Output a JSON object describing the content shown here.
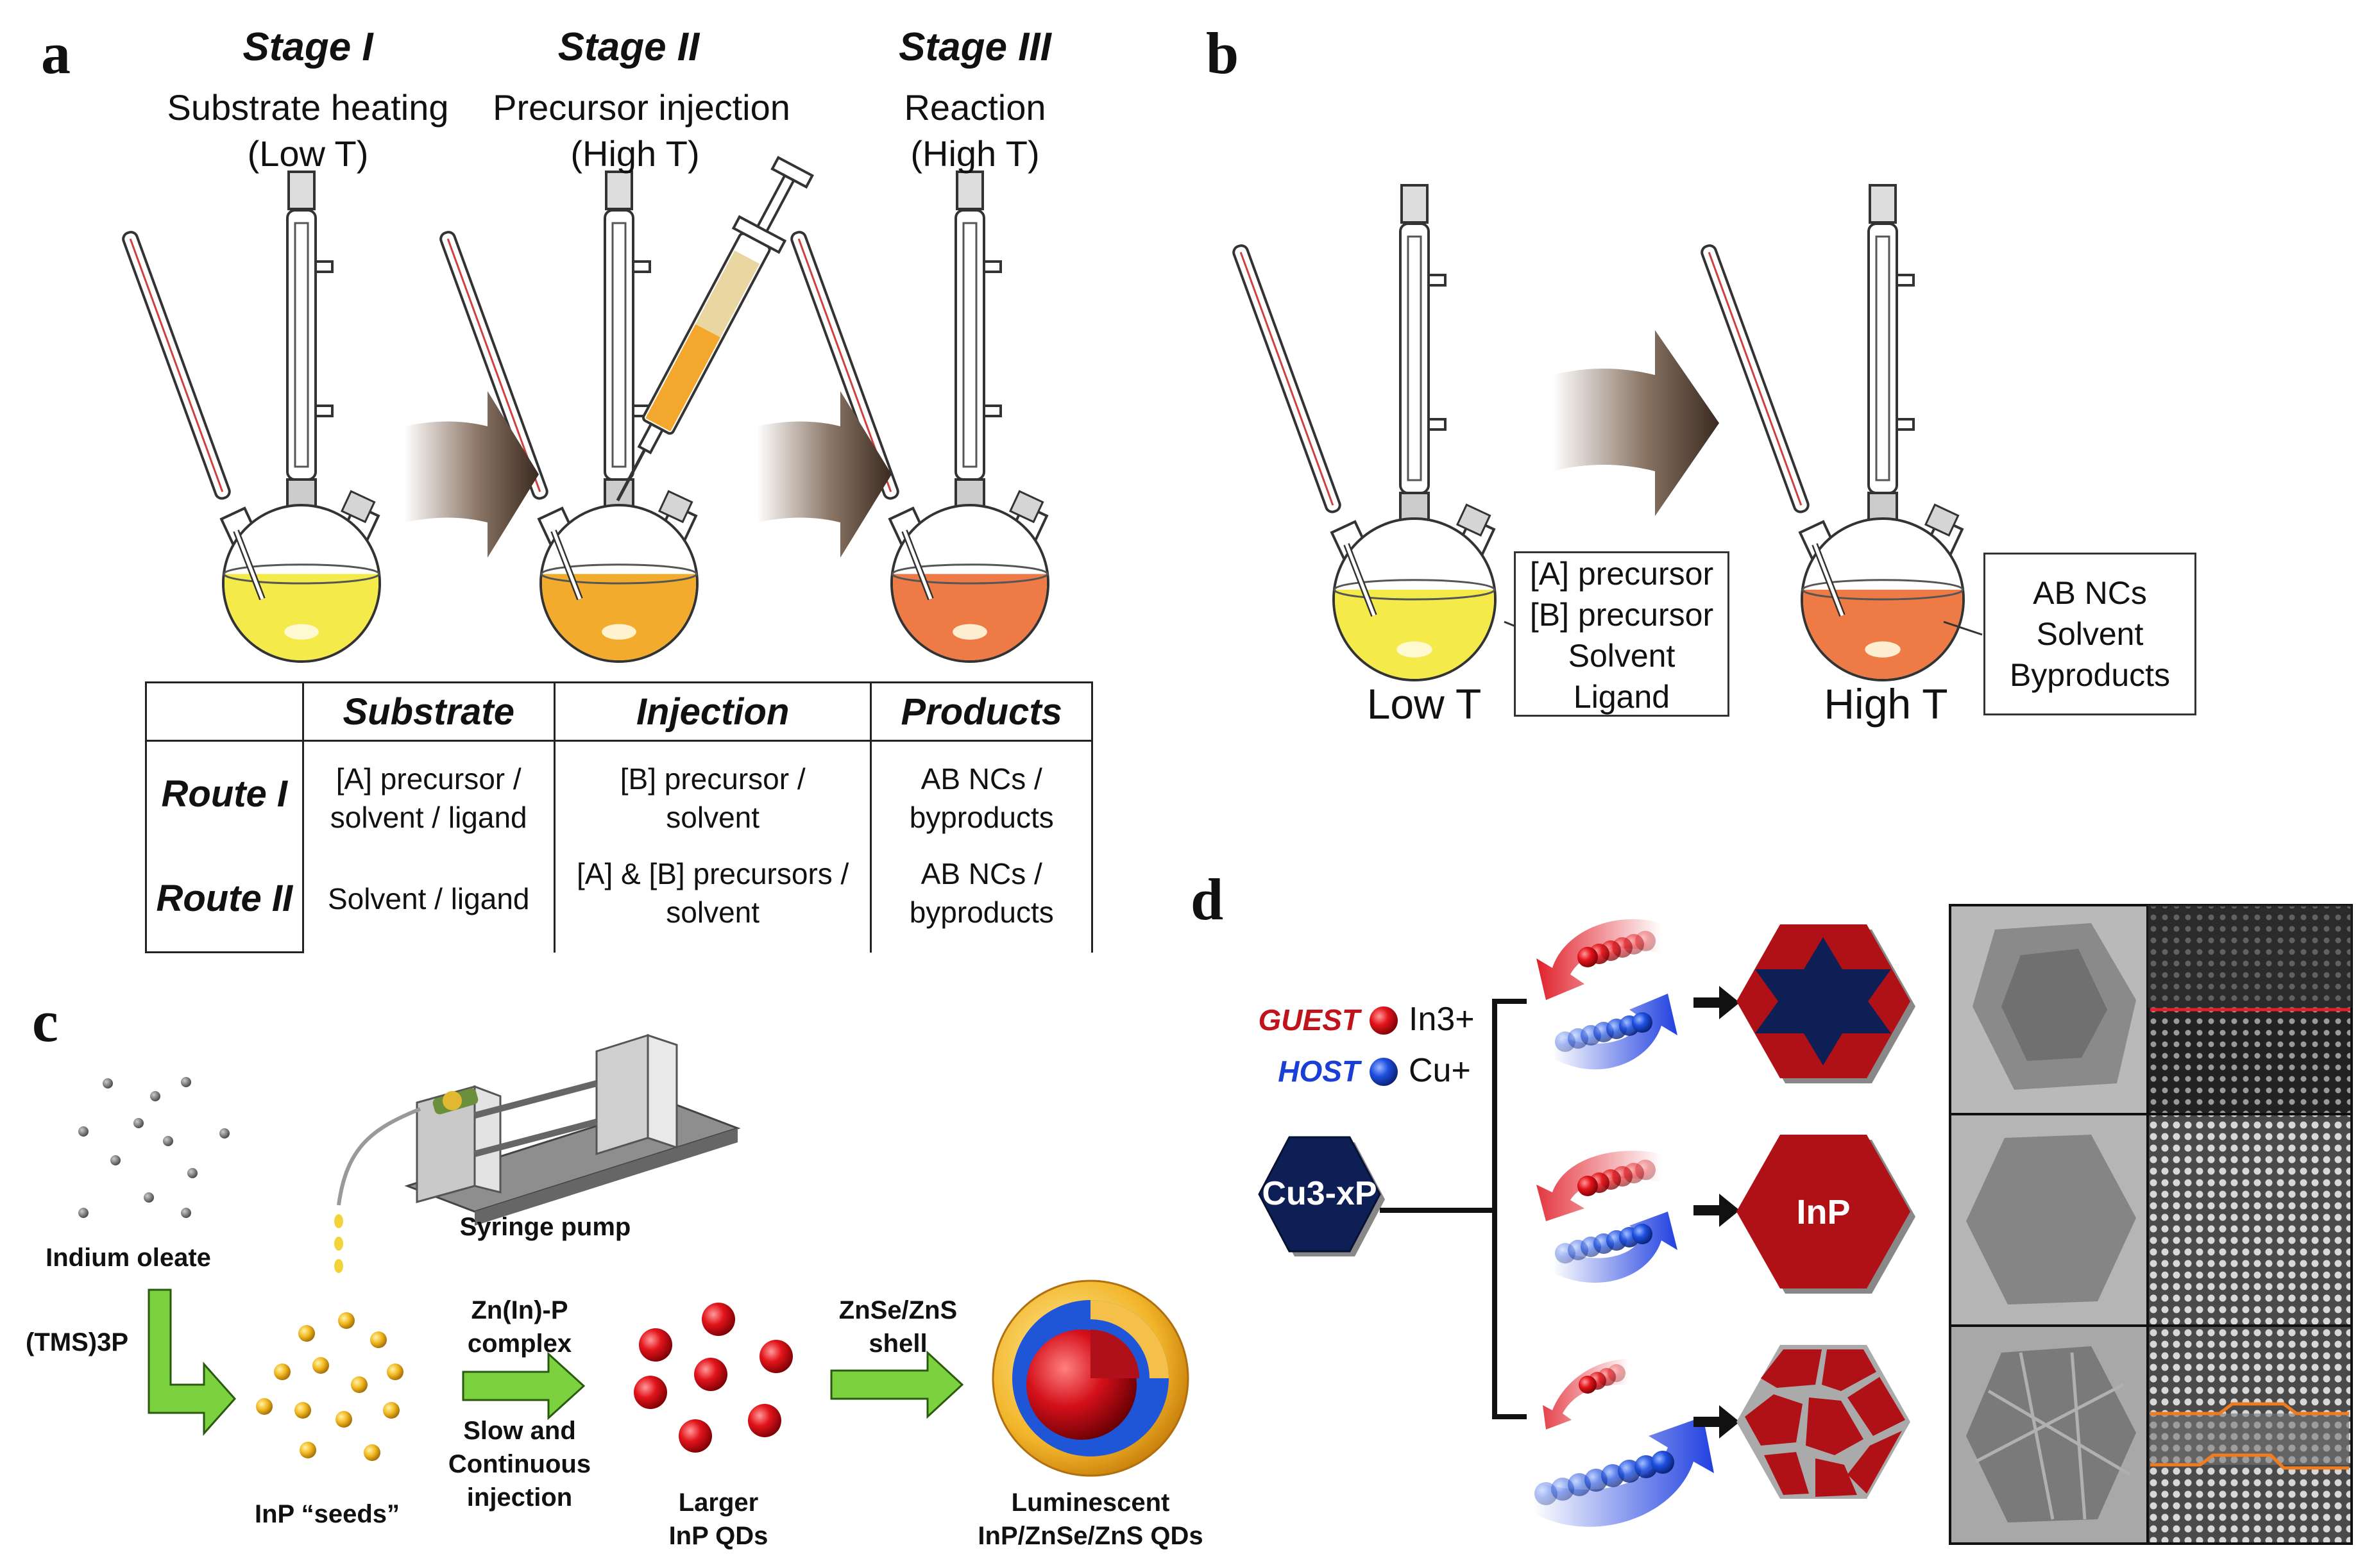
{
  "panels": {
    "a": "a",
    "b": "b",
    "c": "c",
    "d": "d"
  },
  "panel_a": {
    "stages": [
      {
        "name": "Stage I",
        "process": "Substrate heating",
        "temp": "(Low T)"
      },
      {
        "name": "Stage II",
        "process": "Precursor injection",
        "temp": "(High T)"
      },
      {
        "name": "Stage III",
        "process": "Reaction",
        "temp": "(High T)"
      }
    ],
    "flask_colors": [
      "#f4ea4a",
      "#f3ab2e",
      "#ee7a45"
    ],
    "table": {
      "headers": [
        "",
        "Substrate",
        "Injection",
        "Products"
      ],
      "rows": [
        {
          "route": "Route I",
          "substrate": [
            "[A] precursor /",
            "solvent / ligand"
          ],
          "injection": [
            "[B] precursor /",
            "solvent"
          ],
          "products": [
            "AB NCs /",
            "byproducts"
          ]
        },
        {
          "route": "Route II",
          "substrate": [
            "Solvent / ligand"
          ],
          "injection": [
            "[A] & [B] precursors /",
            "solvent"
          ],
          "products": [
            "AB NCs /",
            "byproducts"
          ]
        }
      ]
    }
  },
  "panel_b": {
    "left_temp": "Low T",
    "right_temp": "High T",
    "left_box": [
      "[A] precursor",
      "[B] precursor",
      "Solvent",
      "Ligand"
    ],
    "right_box": [
      "AB NCs",
      "Solvent",
      "Byproducts"
    ],
    "flask_colors": [
      "#f4ea4a",
      "#ee7a45"
    ]
  },
  "panel_c": {
    "indium_oleate": "Indium oleate",
    "tms3p": "(TMS)3P",
    "syringe_pump": "Syringe pump",
    "seeds": "InP “seeds”",
    "complex": [
      "Zn(In)-P",
      "complex"
    ],
    "injection": [
      "Slow and",
      "Continuous",
      "injection"
    ],
    "larger": [
      "Larger",
      "InP QDs"
    ],
    "shell": [
      "ZnSe/ZnS",
      "shell"
    ],
    "luminescent": [
      "Luminescent",
      "InP/ZnSe/ZnS QDs"
    ]
  },
  "panel_d": {
    "guest": "GUEST",
    "host": "HOST",
    "guest_ion": "In3+",
    "host_ion": "Cu+",
    "core": "Cu3-xP",
    "product": "InP",
    "colors": {
      "guest": "#c0131b",
      "host": "#1a3fd4",
      "navy": "#0e1f55",
      "red": "#b01116"
    }
  }
}
